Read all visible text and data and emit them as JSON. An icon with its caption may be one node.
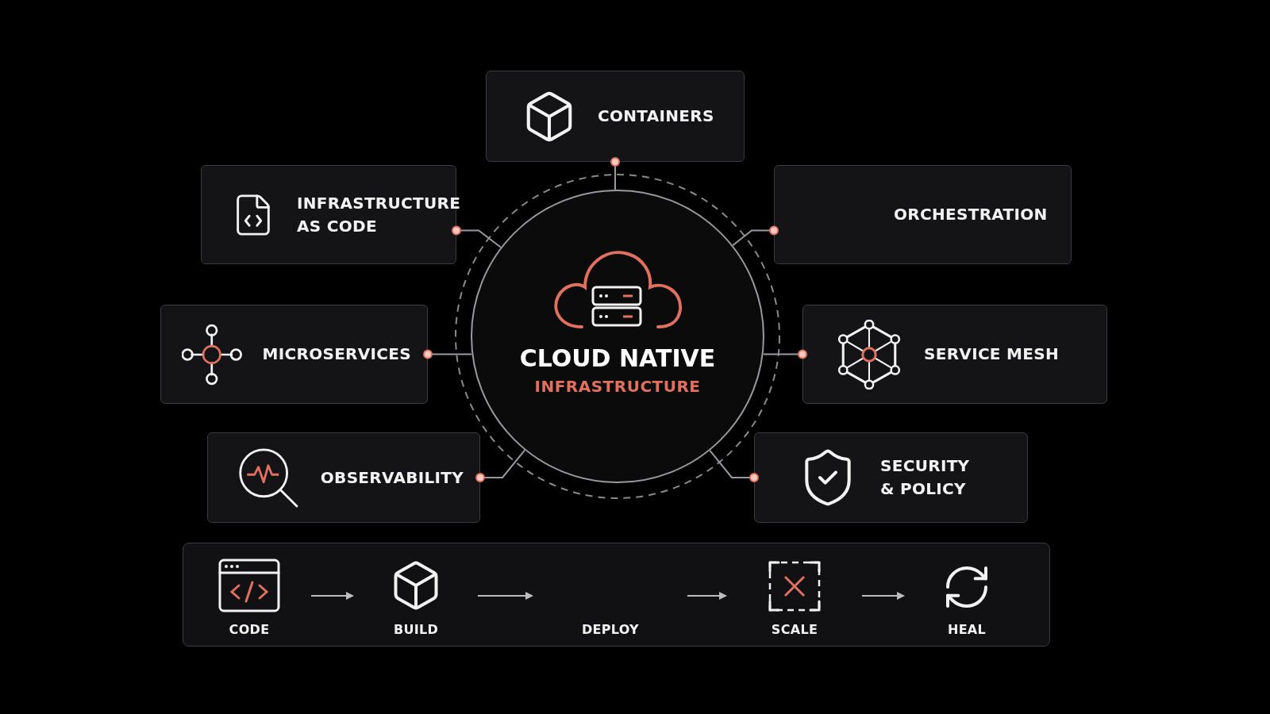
{
  "diagram": {
    "nodes": [
      {
        "text": [
          "CLOUD NATIVE",
          "INFRASTRUCTURE"
        ]
      },
      {
        "text": [
          "CONTAINERS"
        ]
      },
      {
        "text": [
          "INFRASTRUCTURE AS CODE"
        ]
      },
      {
        "text": [
          "ORCHESTRATION"
        ]
      },
      {
        "text": [
          "MICROSERVICES"
        ]
      },
      {
        "text": [
          "SERVICE MESH"
        ]
      },
      {
        "text": [
          "OBSERVABILITY"
        ]
      },
      {
        "text": [
          "SECURITY & POLICY"
        ]
      },
      {
        "text": [],
        "shape": "box"
      },
      {
        "text": [
          "CODE"
        ],
        "in": 8
      },
      {
        "text": [
          "BUILD"
        ],
        "in": 8
      },
      {
        "text": [
          "DEPLOY"
        ],
        "in": 8
      },
      {
        "text": [
          "SCALE"
        ],
        "in": 8
      },
      {
        "text": [
          "HEAL"
        ],
        "in": 8
      }
    ],
    "edges": [
      {
        "from": 0,
        "to": 1,
        "arrow": "other"
      },
      {
        "from": 0,
        "to": 2,
        "arrow": "other"
      },
      {
        "from": 0,
        "to": 3,
        "arrow": "other"
      },
      {
        "from": 0,
        "to": 4,
        "arrow": "other"
      },
      {
        "from": 0,
        "to": 5,
        "arrow": "other"
      },
      {
        "from": 0,
        "to": 6,
        "arrow": "other"
      },
      {
        "from": 0,
        "to": 7,
        "arrow": "other"
      },
      {
        "from": 9,
        "to": 10,
        "arrow": "to"
      },
      {
        "from": 10,
        "to": 11,
        "arrow": "to"
      },
      {
        "from": 11,
        "to": 12,
        "arrow": "to"
      },
      {
        "from": 12,
        "to": 13,
        "arrow": "to"
      }
    ]
  }
}
